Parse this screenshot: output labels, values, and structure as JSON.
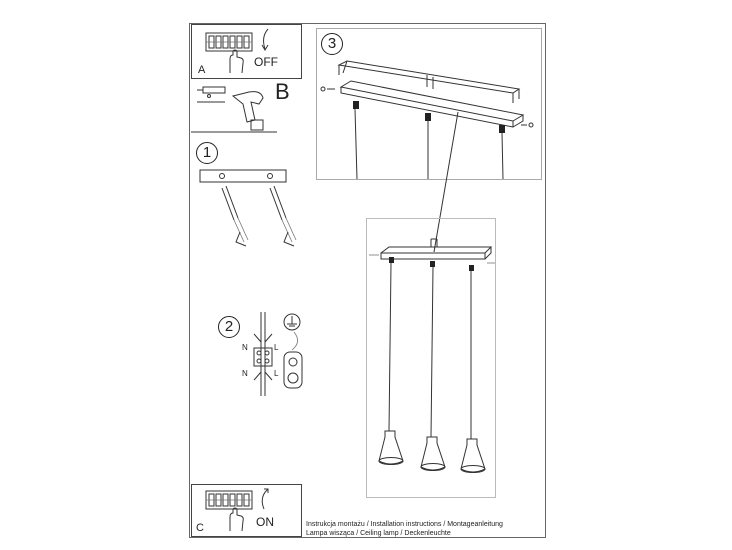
{
  "panels": {
    "a": {
      "letter": "A",
      "state": "OFF"
    },
    "b": {
      "letter": "B"
    },
    "c": {
      "letter": "C",
      "state": "ON"
    }
  },
  "steps": [
    "1",
    "2",
    "3"
  ],
  "wiring": {
    "n_top": "N",
    "l_top": "L",
    "n_bottom": "N",
    "l_bottom": "L"
  },
  "caption": {
    "line1": "Instrukcja montażu / Installation instructions / Montageanleitung",
    "line2": "Lampa wisząca / Ceiling lamp / Deckenleuchte"
  },
  "icons": [
    "terminal-block-icon",
    "hand-icon",
    "rotate-arrow-icon",
    "drill-icon",
    "wall-plug-icon",
    "screw-icon",
    "ground-icon",
    "lamp-shade-icon"
  ]
}
